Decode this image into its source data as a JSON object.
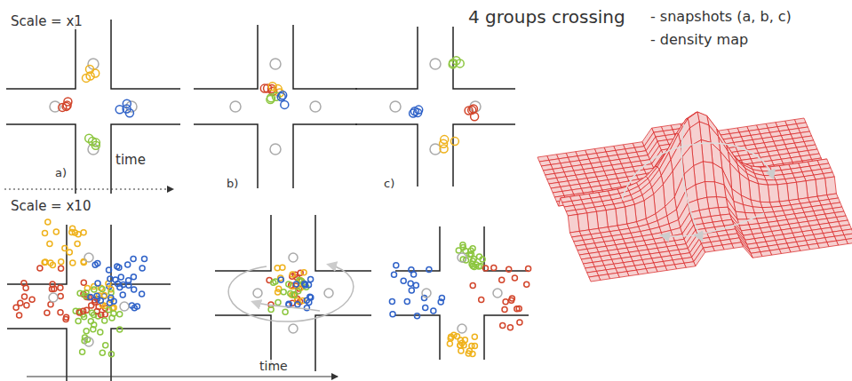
{
  "diagram": {
    "title": "4 groups crossing",
    "labels": [
      "Scale = x1",
      "- snapshots (a, b, c)",
      "- density map",
      "a)",
      "time",
      "b)",
      "c)",
      "Scale = x10",
      "time"
    ]
  }
}
